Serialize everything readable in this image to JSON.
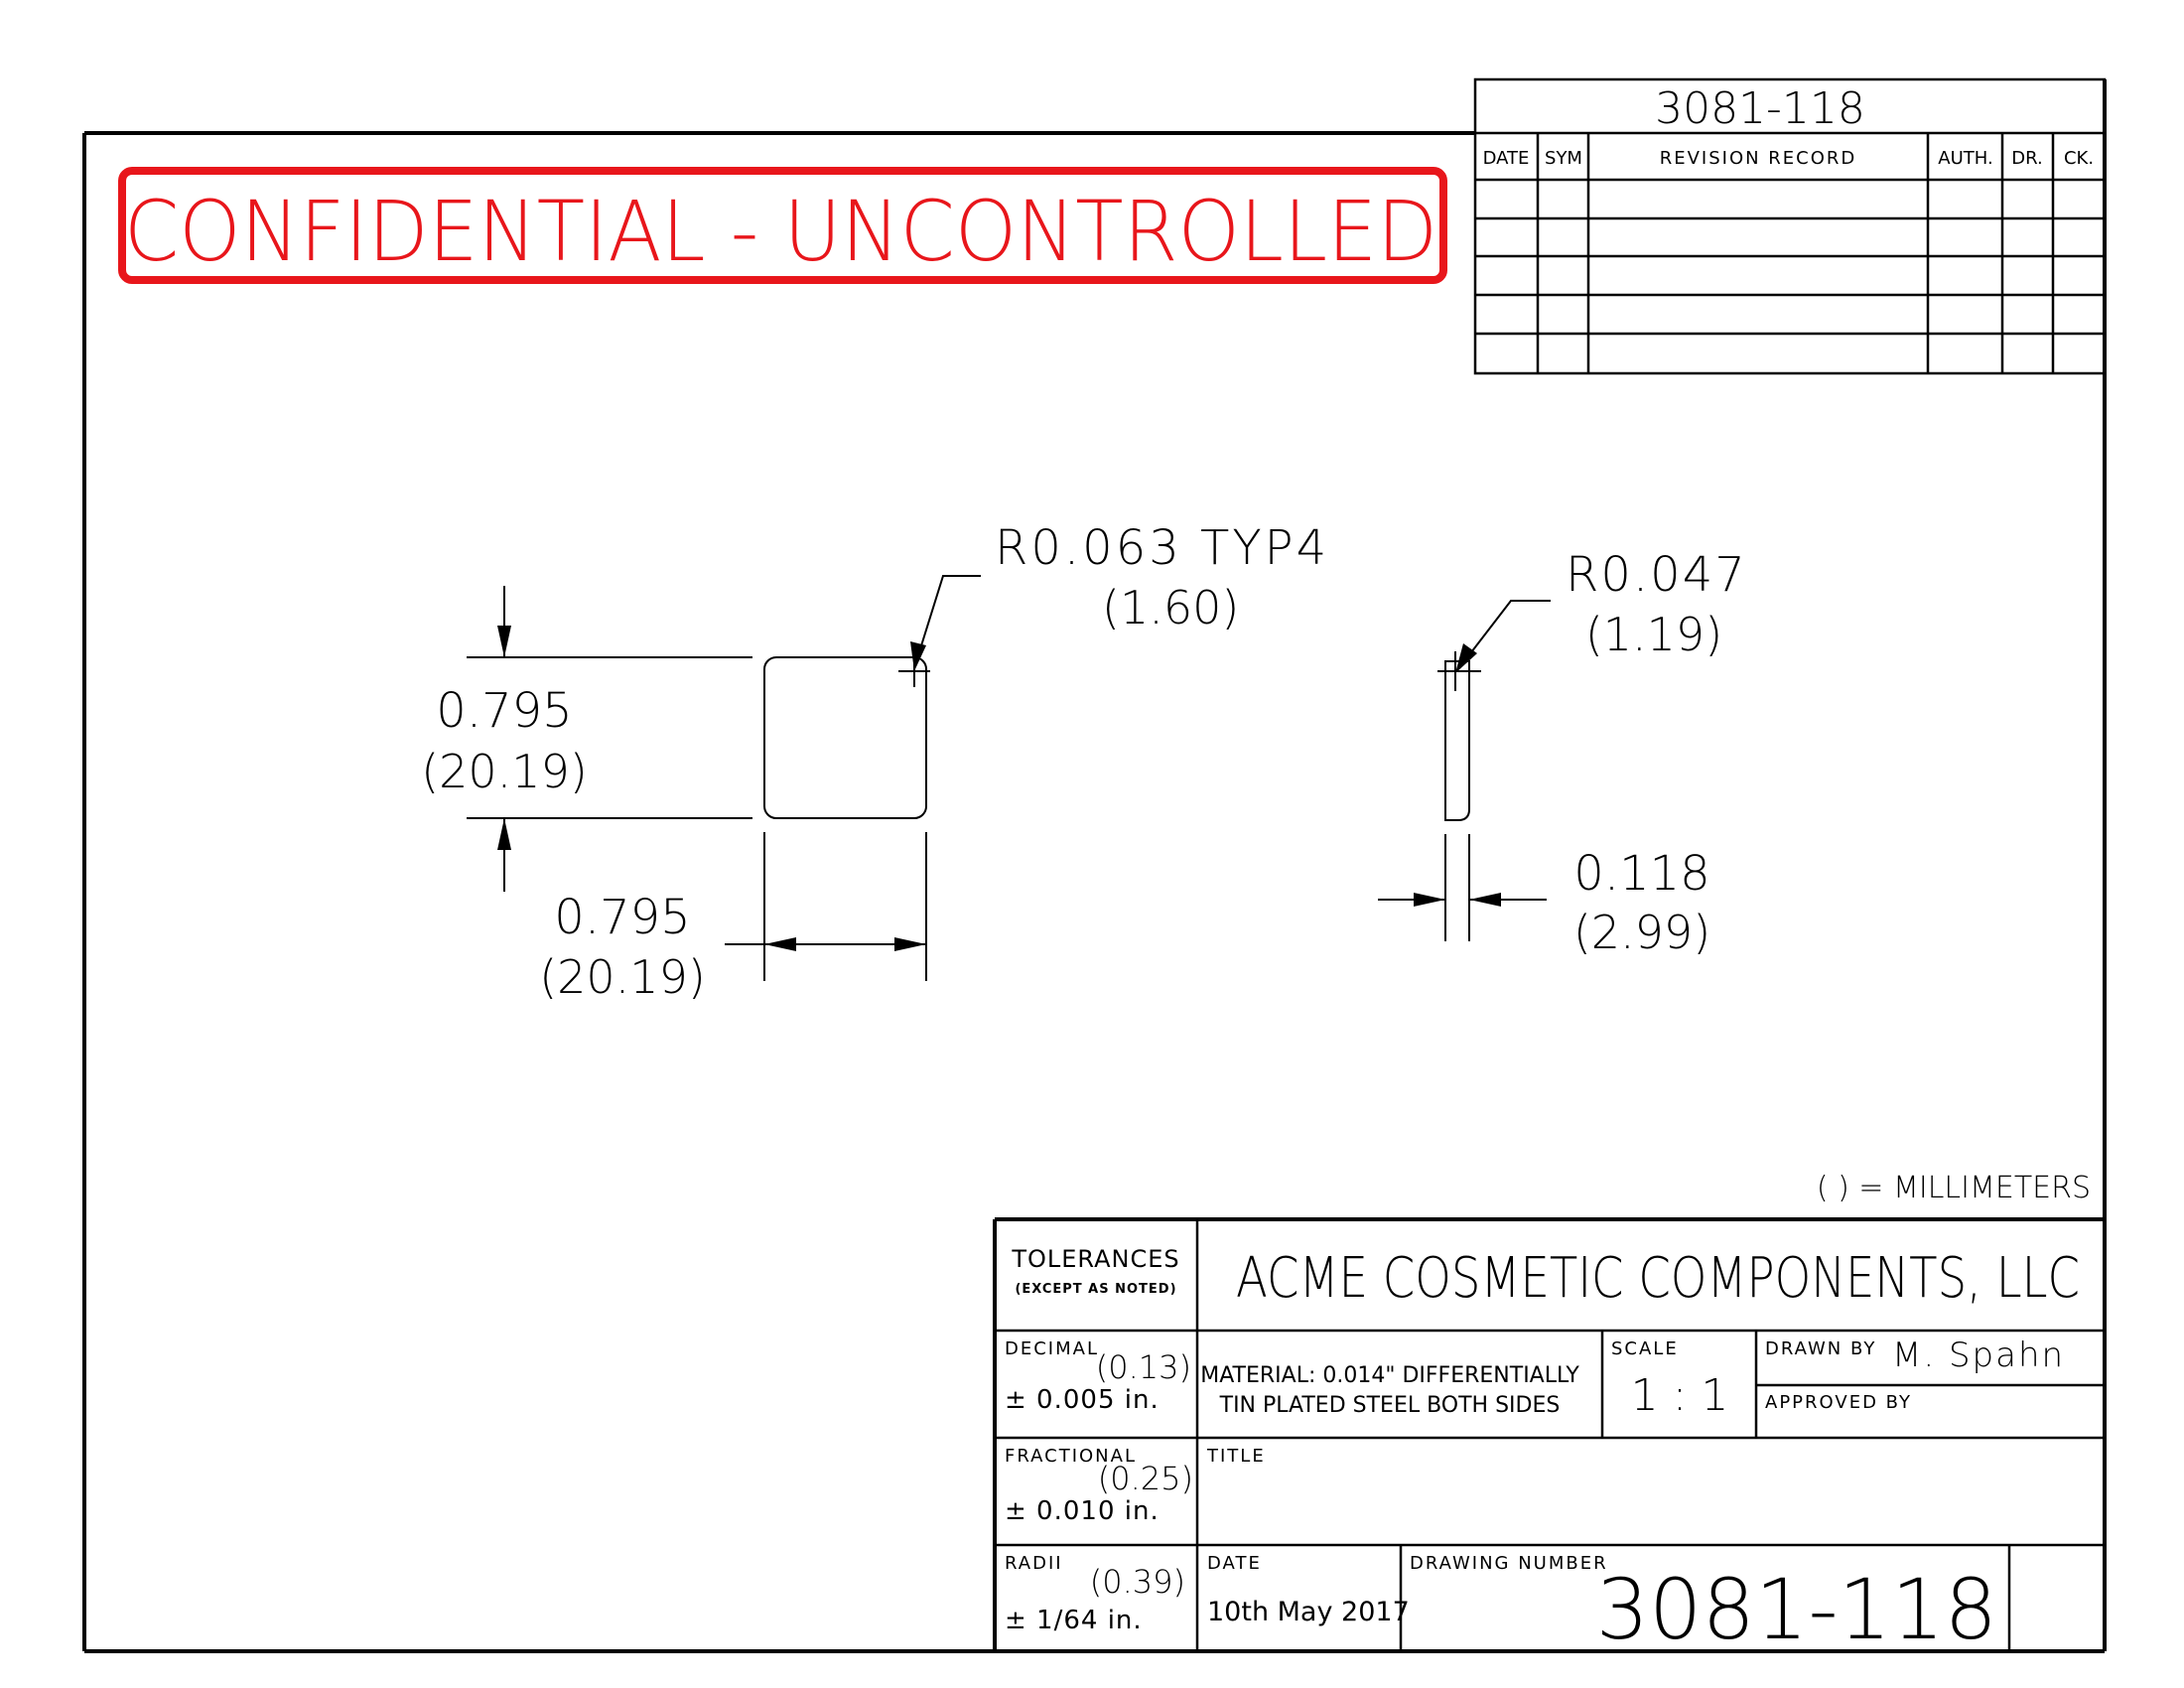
{
  "colors": {
    "ink": "#000000",
    "stamp": "#e8161b"
  },
  "stamp": {
    "text": "CONFIDENTIAL - UNCONTROLLED"
  },
  "revision_block": {
    "number": "3081-118",
    "headers": [
      "DATE",
      "SYM",
      "REVISION RECORD",
      "AUTH.",
      "DR.",
      "CK."
    ],
    "rows": [
      [
        "",
        "",
        "",
        "",
        "",
        ""
      ],
      [
        "",
        "",
        "",
        "",
        "",
        ""
      ],
      [
        "",
        "",
        "",
        "",
        "",
        ""
      ],
      [
        "",
        "",
        "",
        "",
        "",
        ""
      ],
      [
        "",
        "",
        "",
        "",
        "",
        ""
      ]
    ]
  },
  "dimensions": {
    "corner_radius": {
      "inch": "R0.063 TYP4",
      "mm": "(1.60)"
    },
    "height": {
      "inch": "0.795",
      "mm": "(20.19)"
    },
    "width": {
      "inch": "0.795",
      "mm": "(20.19)"
    },
    "edge_radius": {
      "inch": "R0.047",
      "mm": "(1.19)"
    },
    "thickness": {
      "inch": "0.118",
      "mm": "(2.99)"
    }
  },
  "units_note": "( ) = MILLIMETERS",
  "title_block": {
    "tolerances": {
      "label": "TOLERANCES",
      "sublabel": "(EXCEPT AS NOTED)"
    },
    "decimal": {
      "label": "DECIMAL",
      "mm": "(0.13)",
      "value": "± 0.005 in."
    },
    "fractional": {
      "label": "FRACTIONAL",
      "mm": "(0.25)",
      "value": "± 0.010 in."
    },
    "radii": {
      "label": "RADII",
      "mm": "(0.39)",
      "value": "± 1/64 in."
    },
    "company": "ACME COSMETIC COMPONENTS, LLC",
    "material_line1": "MATERIAL: 0.014\" DIFFERENTIALLY",
    "material_line2": "TIN PLATED STEEL BOTH SIDES",
    "scale": {
      "label": "SCALE",
      "value": "1 : 1"
    },
    "drawn_by": {
      "label": "DRAWN BY",
      "value": "M. Spahn"
    },
    "approved_by": {
      "label": "APPROVED BY",
      "value": ""
    },
    "title": {
      "label": "TITLE",
      "value": ""
    },
    "date": {
      "label": "DATE",
      "value": "10th May 2017"
    },
    "drawing_number": {
      "label": "DRAWING NUMBER",
      "value": "3081-118"
    }
  }
}
